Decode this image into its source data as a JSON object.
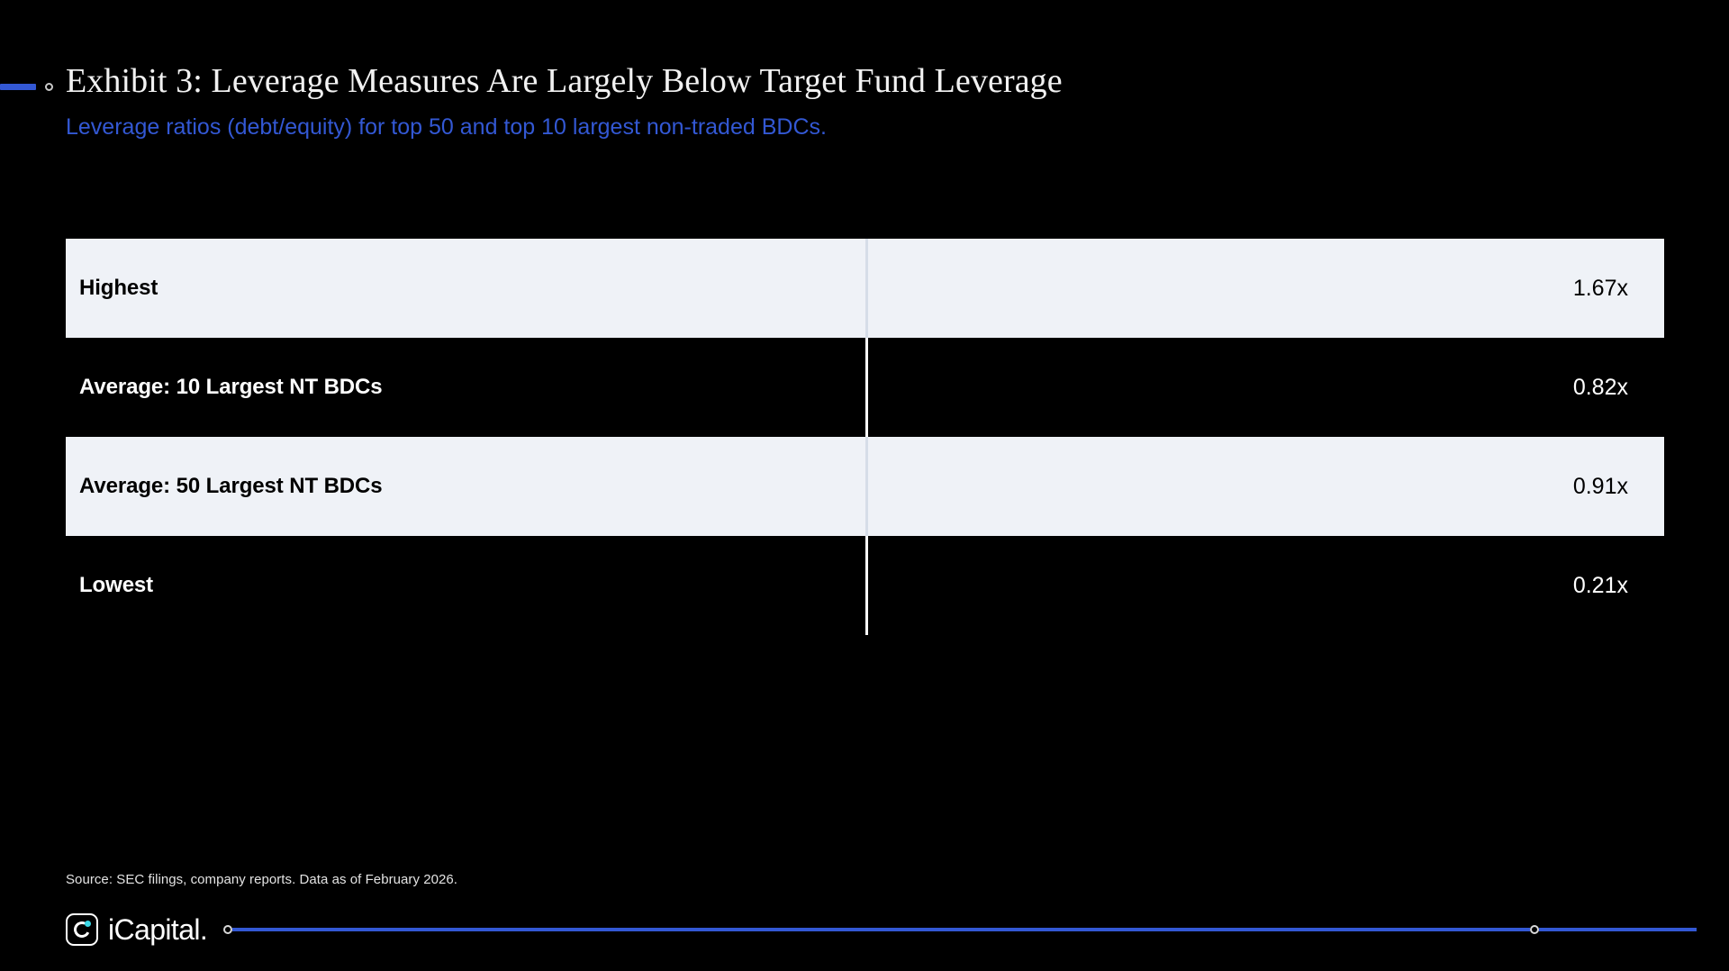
{
  "header": {
    "title": "Exhibit 3: Leverage Measures Are Largely Below Target Fund Leverage",
    "subtitle": "Leverage ratios (debt/equity) for top 50 and top 10 largest non-traded BDCs."
  },
  "table": {
    "rows": [
      {
        "label": "Highest",
        "value": "1.67x",
        "style": "light"
      },
      {
        "label": "Average: 10 Largest NT BDCs",
        "value": "0.82x",
        "style": "dark"
      },
      {
        "label": "Average: 50 Largest NT BDCs",
        "value": "0.91x",
        "style": "light"
      },
      {
        "label": "Lowest",
        "value": "0.21x",
        "style": "dark"
      }
    ]
  },
  "footer": {
    "source": "Source: SEC filings, company reports. Data as of February 2026.",
    "brand_name": "iCapital."
  },
  "colors": {
    "accent_blue": "#3358d4",
    "row_light_bg": "#eff2f7",
    "row_dark_bg": "#000000",
    "cyan_dot": "#3ad8e6",
    "divider_light": "#d6dde8",
    "divider_dark": "#ffffff"
  },
  "chart_data": {
    "type": "table",
    "title": "Exhibit 3: Leverage Measures Are Largely Below Target Fund Leverage",
    "subtitle": "Leverage ratios (debt/equity) for top 50 and top 10 largest non-traded BDCs.",
    "categories": [
      "Highest",
      "Average: 10 Largest NT BDCs",
      "Average: 50 Largest NT BDCs",
      "Lowest"
    ],
    "values": [
      1.67,
      0.82,
      0.91,
      0.21
    ],
    "value_labels": [
      "1.67x",
      "0.82x",
      "0.91x",
      "0.21x"
    ],
    "xlabel": "",
    "ylabel": "Leverage ratio (debt/equity)",
    "unit": "x",
    "source": "Source: SEC filings, company reports. Data as of February 2026."
  }
}
